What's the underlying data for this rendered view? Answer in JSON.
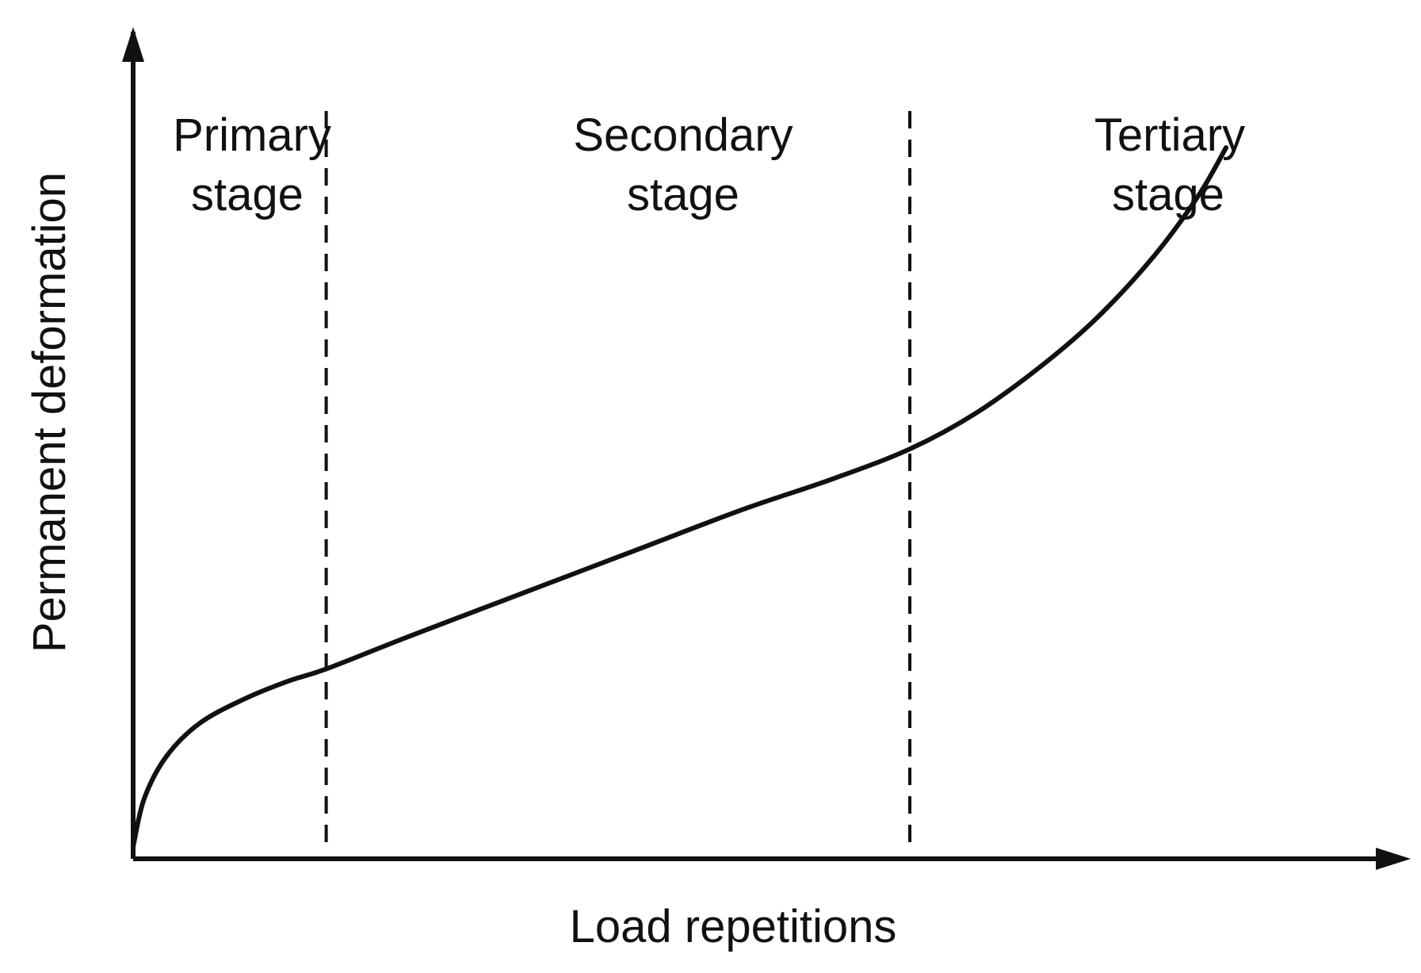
{
  "chart_data": {
    "type": "line",
    "xlabel": "Load repetitions",
    "ylabel": "Permanent deformation",
    "stages": [
      {
        "line1": "Primary",
        "line2": "stage"
      },
      {
        "line1": "Secondary",
        "line2": "stage"
      },
      {
        "line1": "Tertiary",
        "line2": "stage"
      }
    ],
    "stage_boundaries_x": [
      0.174,
      0.7
    ],
    "xlim": [
      0,
      1
    ],
    "ylim": [
      0,
      1
    ],
    "grid": false,
    "series": [
      {
        "x": [
          0,
          0.01,
          0.03,
          0.06,
          0.1,
          0.14,
          0.174,
          0.25,
          0.35,
          0.45,
          0.55,
          0.63,
          0.7,
          0.76,
          0.82,
          0.87,
          0.92,
          0.96,
          0.985
        ],
        "y": [
          0.02,
          0.1,
          0.17,
          0.225,
          0.265,
          0.295,
          0.315,
          0.37,
          0.44,
          0.51,
          0.58,
          0.63,
          0.68,
          0.74,
          0.82,
          0.9,
          1.0,
          1.1,
          1.18
        ]
      }
    ]
  }
}
